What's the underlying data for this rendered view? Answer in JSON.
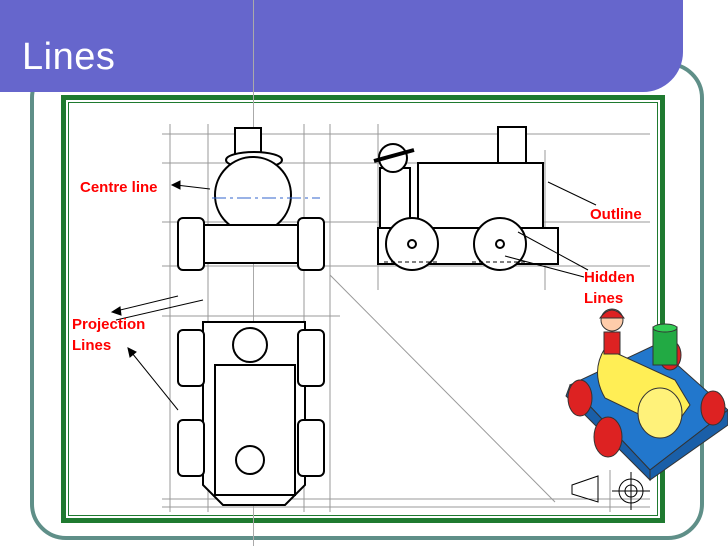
{
  "slide": {
    "title": "Lines",
    "labels": {
      "centre_line": "Centre line",
      "outline": "Outline",
      "hidden_lines": [
        "Hidden",
        "Lines"
      ],
      "projection_lines": [
        "Projection",
        "Lines"
      ]
    },
    "colors": {
      "title_bar": "#6666cc",
      "frame_border": "#5f8f88",
      "drawing_border": "#1f7a30",
      "label_text": "#ff0000",
      "toy_body": "#ffee55",
      "toy_base": "#2277cc",
      "toy_wheels": "#dd2222",
      "toy_chimney": "#22aa44"
    }
  }
}
